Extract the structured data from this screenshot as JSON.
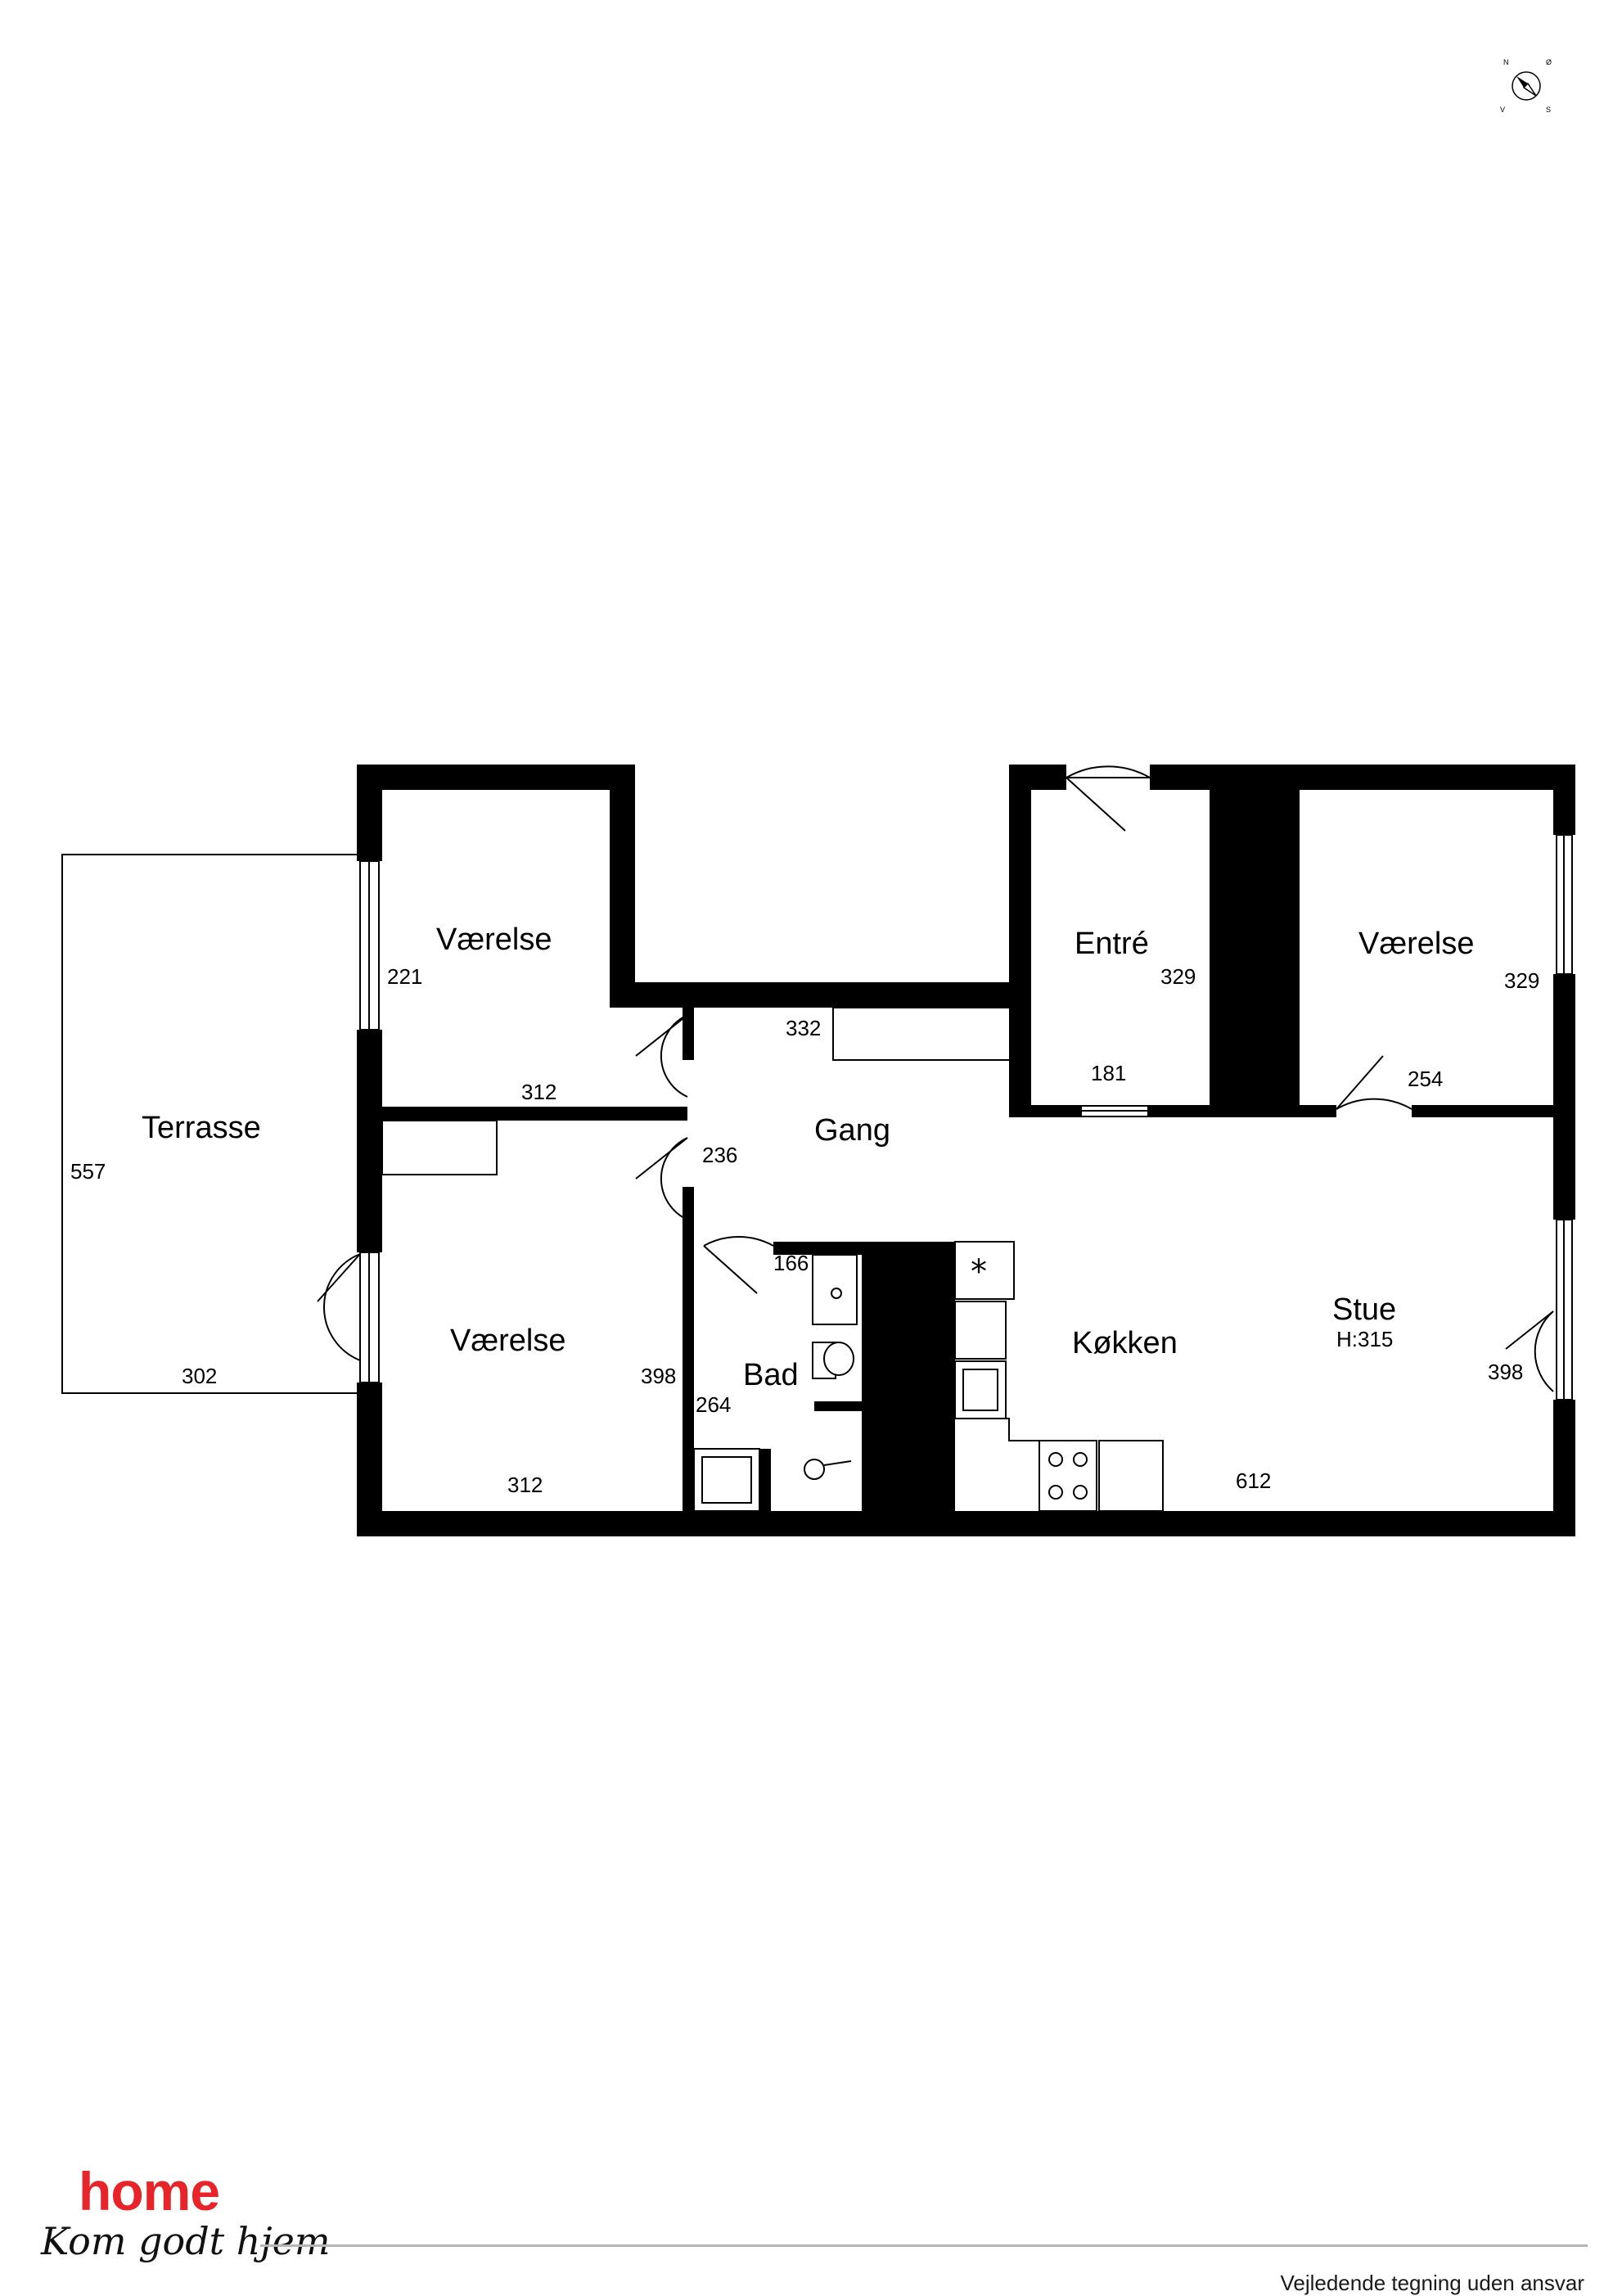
{
  "rooms": {
    "vaerelse_top_left": "Værelse",
    "terrasse": "Terrasse",
    "vaerelse_bottom_left": "Værelse",
    "gang": "Gang",
    "bad": "Bad",
    "koekken": "Køkken",
    "entre": "Entré",
    "vaerelse_right": "Værelse",
    "stue": "Stue",
    "stue_height": "H:315"
  },
  "dimensions": {
    "vaerelse_top_left_h": "221",
    "vaerelse_top_left_w": "312",
    "terrasse_h": "557",
    "terrasse_w": "302",
    "vaerelse_bottom_left_h": "398",
    "vaerelse_bottom_left_w": "312",
    "gang_w": "332",
    "gang_h": "236",
    "bad_w": "166",
    "bad_h": "264",
    "entre_h": "329",
    "entre_w": "181",
    "vaerelse_right_h": "329",
    "vaerelse_right_w": "254",
    "stue_h": "398",
    "stue_w": "612"
  },
  "compass": {
    "n": "N",
    "e": "Ø",
    "s": "S",
    "w": "V"
  },
  "brand": {
    "name": "home",
    "tagline": "Kom godt hjem"
  },
  "footer": {
    "disclaimer": "Vejledende tegning uden ansvar"
  },
  "colors": {
    "wall": "#000000",
    "brand_red": "#e8242b",
    "rule": "#b5b5b5"
  }
}
